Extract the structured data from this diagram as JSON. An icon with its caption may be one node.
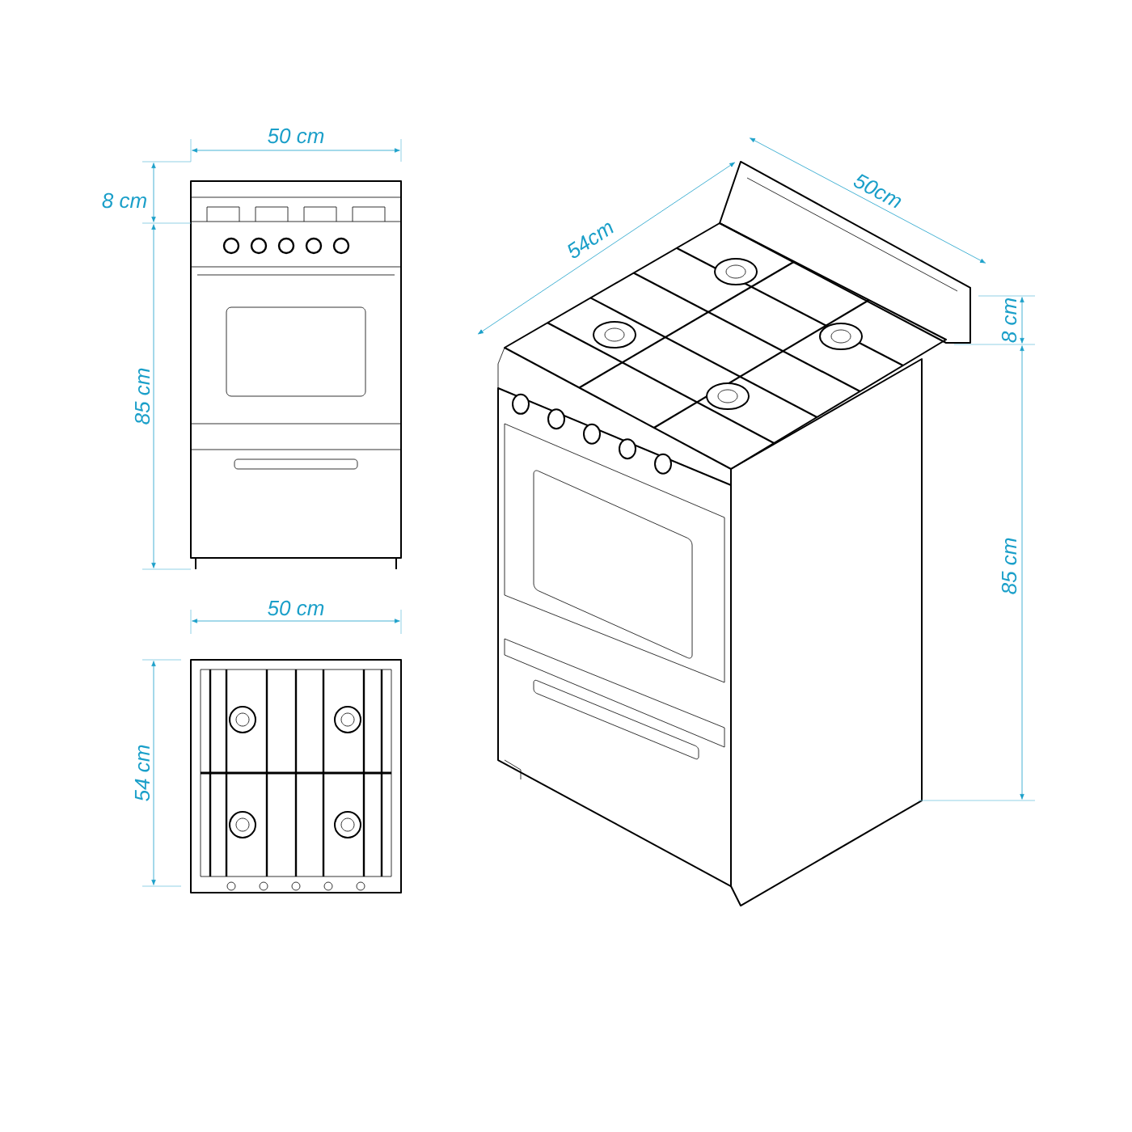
{
  "diagram": {
    "labels": [
      "50 cm",
      "8 cm",
      "85 cm",
      "50 cm",
      "54 cm",
      "54cm",
      "50cm",
      "8 cm",
      "85 cm"
    ]
  }
}
